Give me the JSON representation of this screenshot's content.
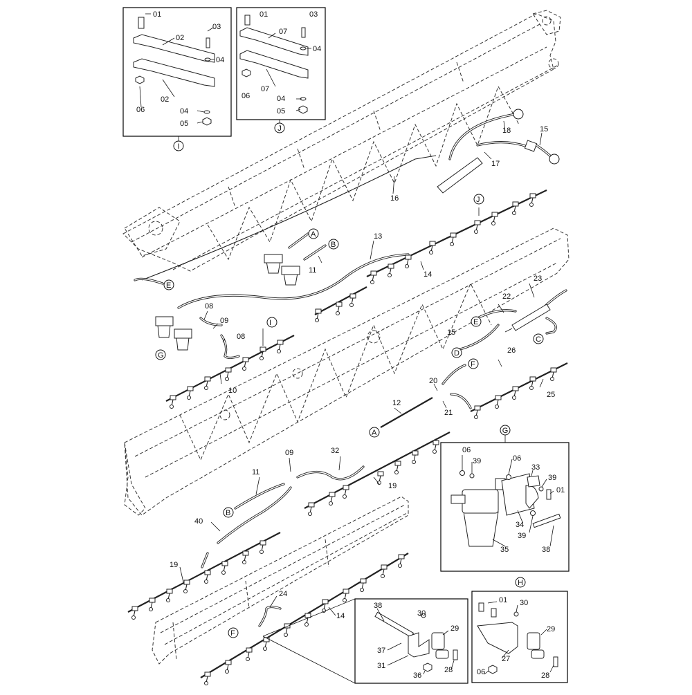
{
  "inset_i": {
    "marker": "I",
    "labels": [
      "01",
      "02",
      "03",
      "04",
      "02",
      "06",
      "04",
      "05"
    ]
  },
  "inset_j": {
    "marker": "J",
    "labels": [
      "01",
      "03",
      "07",
      "04",
      "07",
      "06",
      "04",
      "05"
    ]
  },
  "inset_g": {
    "marker": "G",
    "labels": [
      "06",
      "39",
      "06",
      "33",
      "39",
      "01",
      "34",
      "39",
      "35",
      "38"
    ]
  },
  "inset_bottom": {
    "labels": [
      "38",
      "30",
      "29",
      "37",
      "31",
      "36",
      "28"
    ]
  },
  "inset_h": {
    "marker": "H",
    "labels": [
      "01",
      "30",
      "29",
      "27",
      "06",
      "28"
    ]
  },
  "main_callouts": [
    "18",
    "15",
    "17",
    "16",
    "J",
    "A",
    "B",
    "13",
    "11",
    "14",
    "E",
    "08",
    "09",
    "I",
    "08",
    "G",
    "10",
    "23",
    "22",
    "E",
    "C",
    "15",
    "D",
    "26",
    "F",
    "20",
    "25",
    "12",
    "21",
    "A",
    "09",
    "32",
    "11",
    "19",
    "40",
    "B",
    "19",
    "24",
    "14",
    "F",
    "C",
    "D"
  ]
}
